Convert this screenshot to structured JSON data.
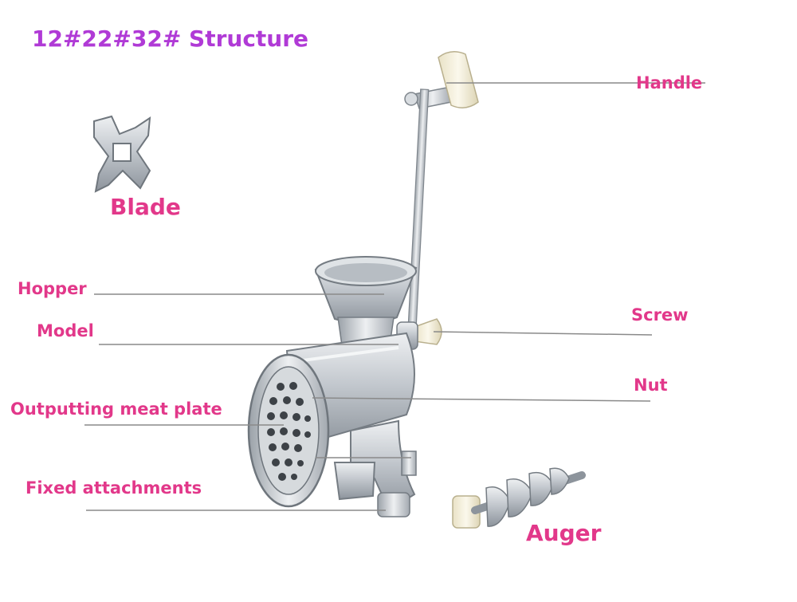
{
  "title": "12#22#32# Structure",
  "colors": {
    "title": "#b03ad6",
    "label": "#e2388a",
    "leader": "#8a8a8a",
    "metal": "#c9cdd2",
    "grip": "#f0ead2"
  },
  "labels": {
    "handle": "Handle",
    "blade": "Blade",
    "hopper": "Hopper",
    "model": "Model",
    "screw": "Screw",
    "nut": "Nut",
    "plate": "Outputting meat plate",
    "fixed": "Fixed attachments",
    "auger": "Auger"
  }
}
